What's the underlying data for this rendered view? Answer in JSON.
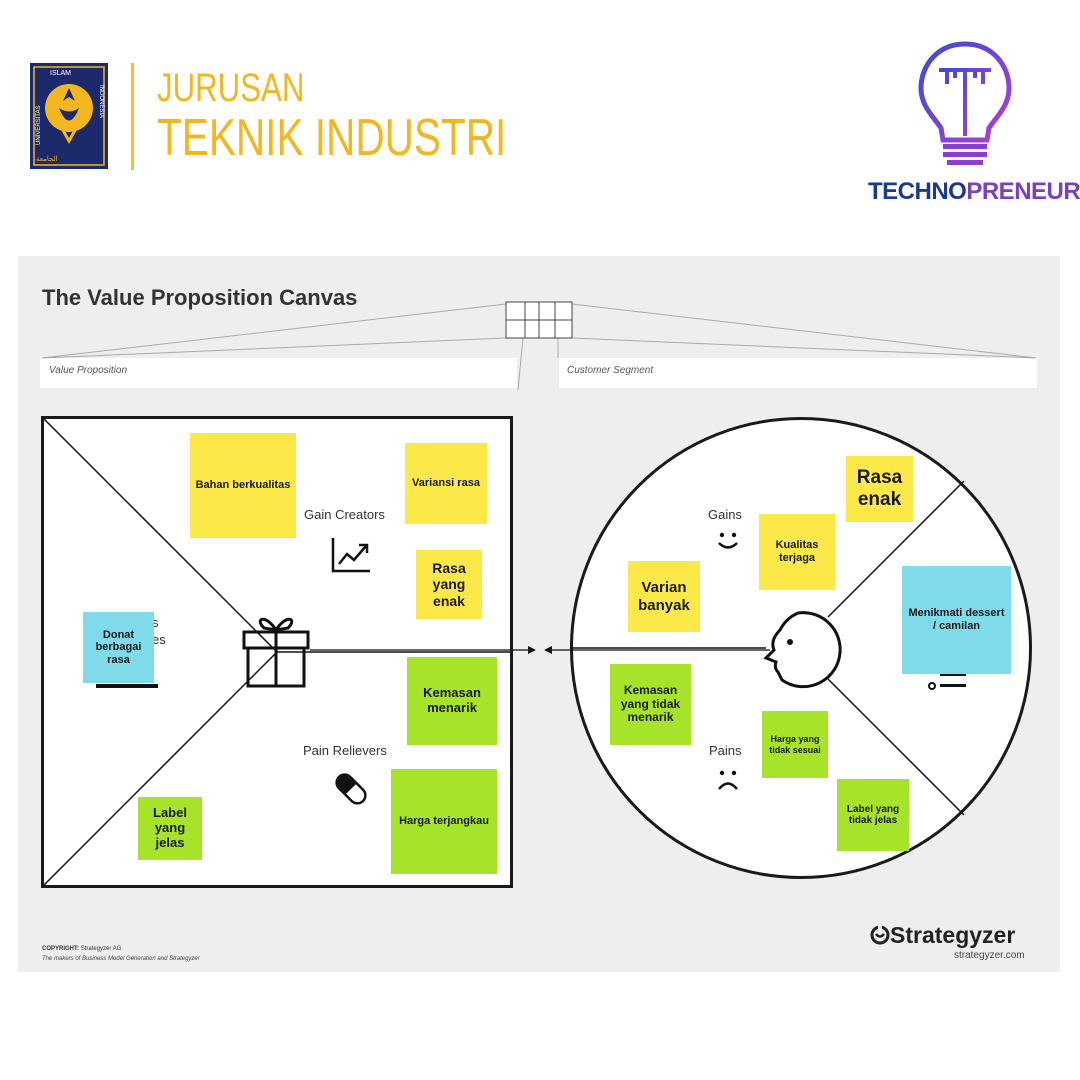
{
  "header": {
    "uii_logo": {
      "ring_text_top": "ISLAM",
      "ring_text_left": "UNIVERSITAS",
      "ring_text_right": "INDONESIA",
      "colors": {
        "navy": "#1c2a6b",
        "gold": "#f2b71f"
      }
    },
    "department_line1": "JURUSAN",
    "department_line2": "TEKNIK INDUSTRI",
    "brand_part1": "TECHNO",
    "brand_part2": "PRENEUR",
    "colors": {
      "dept": "#f2b71f",
      "brand_blue": "#1a3a8f",
      "brand_purple": "#7b3fc4"
    }
  },
  "canvas": {
    "title": "The Value Proposition Canvas",
    "value_proposition_label": "Value Proposition",
    "customer_segment_label": "Customer Segment",
    "gain_creators_label": "Gain Creators",
    "pain_relievers_label": "Pain Relievers",
    "products_label_partial_1": "s",
    "products_label_partial_2": "es",
    "gains_label": "Gains",
    "pains_label": "Pains",
    "copyright_bold": "COPYRIGHT:",
    "copyright_rest": "Strategyzer AG",
    "copyright_line2": "The makers of Business Model Generation and Strategyzer",
    "brand": "Strategyzer",
    "brand_url": "strategyzer.com"
  },
  "sticky_notes": {
    "bahan": "Bahan berkualitas",
    "variansi": "Variansi rasa",
    "rasa_yang_enak": "Rasa yang enak",
    "donat": "Donat berbagai rasa",
    "kemasan_menarik": "Kemasan menarik",
    "label_jelas": "Label yang jelas",
    "harga_terjangkau": "Harga terjangkau",
    "rasa_enak": "Rasa enak",
    "kualitas": "Kualitas terjaga",
    "varian": "Varian banyak",
    "menikmati": "Menikmati dessert / camilan",
    "kemasan_tidak": "Kemasan yang tidak menarik",
    "harga_tidak": "Harga yang tidak sesuai",
    "label_tidak": "Label yang tidak jelas"
  },
  "colors": {
    "yellow": "#fde84a",
    "green": "#a6e32a",
    "cyan": "#7fdbea"
  },
  "icons": [
    "gift-icon",
    "chart-up-icon",
    "pill-icon",
    "smile-icon",
    "frown-icon",
    "face-icon",
    "list-icon",
    "strategyzer-logo-icon"
  ]
}
